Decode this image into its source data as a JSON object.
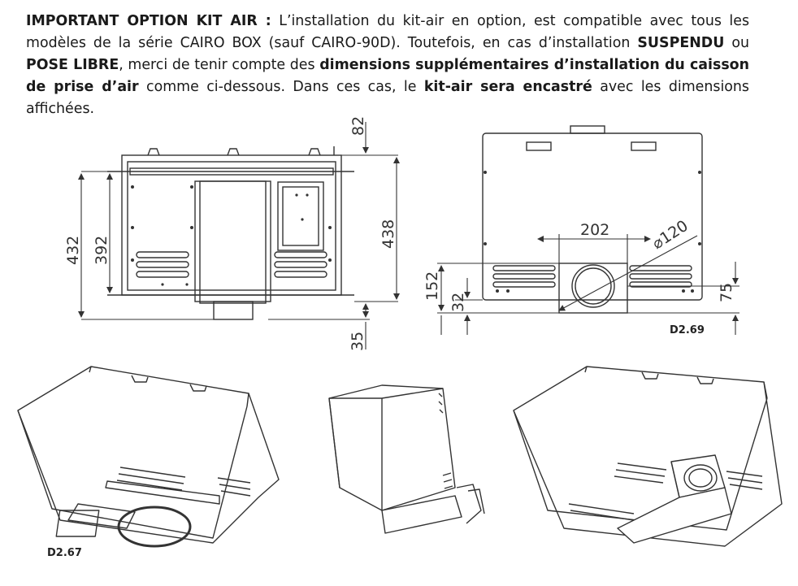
{
  "intro": {
    "lead_bold": "IMPORTANT OPTION KIT AIR :",
    "t1": " L’installation du kit-air en option, est compatible avec tous les modèles de la série CAIRO BOX (sauf CAIRO-90D). Toutefois, en cas d’installation ",
    "b1": "SUSPENDU",
    "t2": " ou ",
    "b2": "POSE LIBRE",
    "t3": ", merci de tenir compte des ",
    "b3": "dimensions supplémentaires d’installation du caisson de prise d’air",
    "t4": " comme ci-dessous. Dans ces cas, le ",
    "b4": "kit-air sera encastré",
    "t5": " avec les dimensions affichées."
  },
  "front_view": {
    "dims": {
      "d82": "82",
      "d432": "432",
      "d392": "392",
      "d438": "438",
      "d35": "35"
    }
  },
  "side_view": {
    "dims": {
      "d202": "202",
      "d120": "120",
      "d152": "152",
      "d32": "32",
      "d75": "75"
    },
    "diameter_symbol": "⌀",
    "ref": "D2.69"
  },
  "perspective": {
    "ref": "D2.67"
  }
}
